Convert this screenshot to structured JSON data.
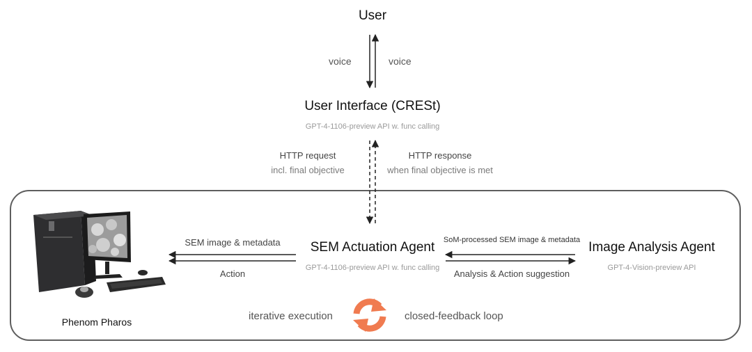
{
  "user": {
    "title": "User"
  },
  "voice": {
    "down_label": "voice",
    "up_label": "voice"
  },
  "ui_node": {
    "title": "User Interface (CRESt)",
    "subtitle": "GPT-4-1106-preview API w. func calling"
  },
  "http": {
    "request_line1": "HTTP request",
    "request_line2": "incl. final objective",
    "response_line1": "HTTP response",
    "response_line2": "when final objective is met"
  },
  "sem_agent": {
    "title": "SEM Actuation Agent",
    "subtitle": "GPT-4-1106-preview API w. func calling"
  },
  "image_agent": {
    "title": "Image Analysis Agent",
    "subtitle": "GPT-4-Vision-preview API"
  },
  "microscope": {
    "label": "Phenom Pharos"
  },
  "left_link": {
    "top_label": "SEM image & metadata",
    "bottom_label": "Action"
  },
  "right_link": {
    "top_label": "SoM-processed SEM image & metadata",
    "bottom_label": "Analysis & Action suggestion"
  },
  "loop": {
    "left_label": "iterative execution",
    "right_label": "closed-feedback loop",
    "icon": "refresh-cycle-icon",
    "icon_color": "#f07b50"
  },
  "colors": {
    "border": "#5e5e5e",
    "arrow": "#222222"
  }
}
